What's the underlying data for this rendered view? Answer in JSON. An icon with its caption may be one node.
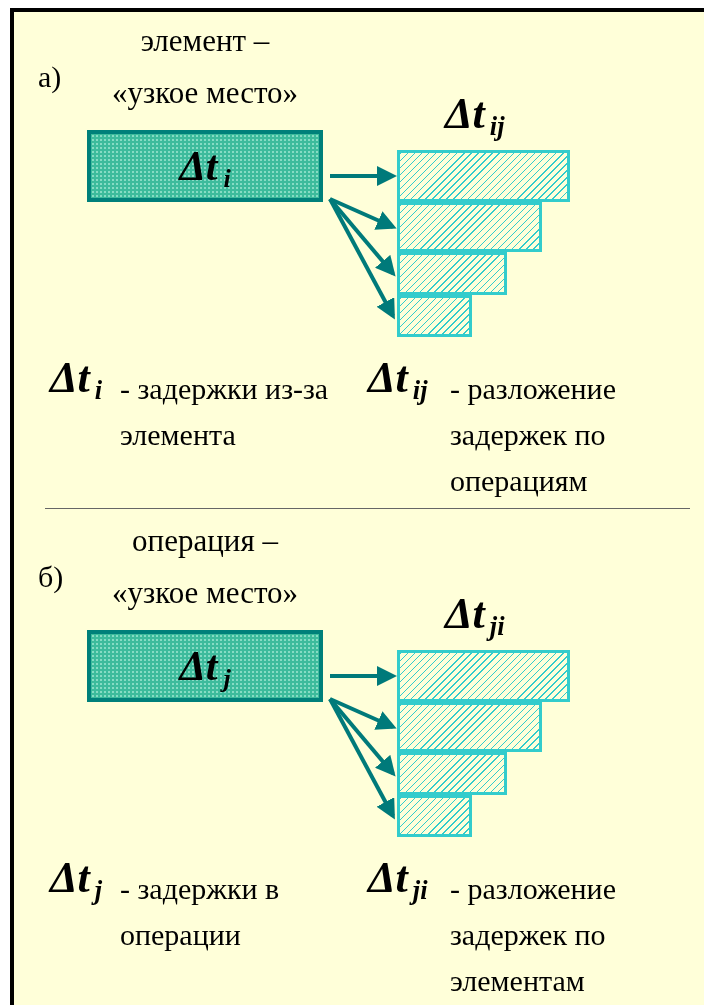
{
  "diagram": {
    "nodes": [
      {
        "text": [
          "элемент – «узкое место»",
          "Δt$_{i}$"
        ]
      },
      {
        "text": [],
        "shape": "bar"
      },
      {
        "text": [],
        "shape": "bar"
      },
      {
        "text": [],
        "shape": "bar"
      },
      {
        "text": [],
        "shape": "bar"
      },
      {
        "text": [
          "операция – «узкое место»",
          "Δt$_{j}$"
        ]
      },
      {
        "text": [],
        "shape": "bar"
      },
      {
        "text": [],
        "shape": "bar"
      },
      {
        "text": [],
        "shape": "bar"
      },
      {
        "text": [],
        "shape": "bar"
      }
    ],
    "edges": [
      {
        "from": 0,
        "to": 1,
        "arrow": "to"
      },
      {
        "from": 0,
        "to": 2,
        "arrow": "to"
      },
      {
        "from": 0,
        "to": 3,
        "arrow": "to"
      },
      {
        "from": 0,
        "to": 4,
        "arrow": "to"
      },
      {
        "from": 5,
        "to": 6,
        "arrow": "to"
      },
      {
        "from": 5,
        "to": 7,
        "arrow": "to"
      },
      {
        "from": 5,
        "to": 8,
        "arrow": "to"
      },
      {
        "from": 5,
        "to": 9,
        "arrow": "to"
      }
    ],
    "labels": [
      "а)",
      "Δt$_{ij}$",
      "Δt$_{i}$",
      "- задержки из-за элемента",
      "Δt$_{ij}$",
      "- разложение задержек по операциям",
      "б)",
      "Δt$_{ji}$",
      "Δt$_{j}$",
      "- задержки в операции",
      "Δt$_{ji}$",
      "- разложение задержек по элементам"
    ]
  }
}
